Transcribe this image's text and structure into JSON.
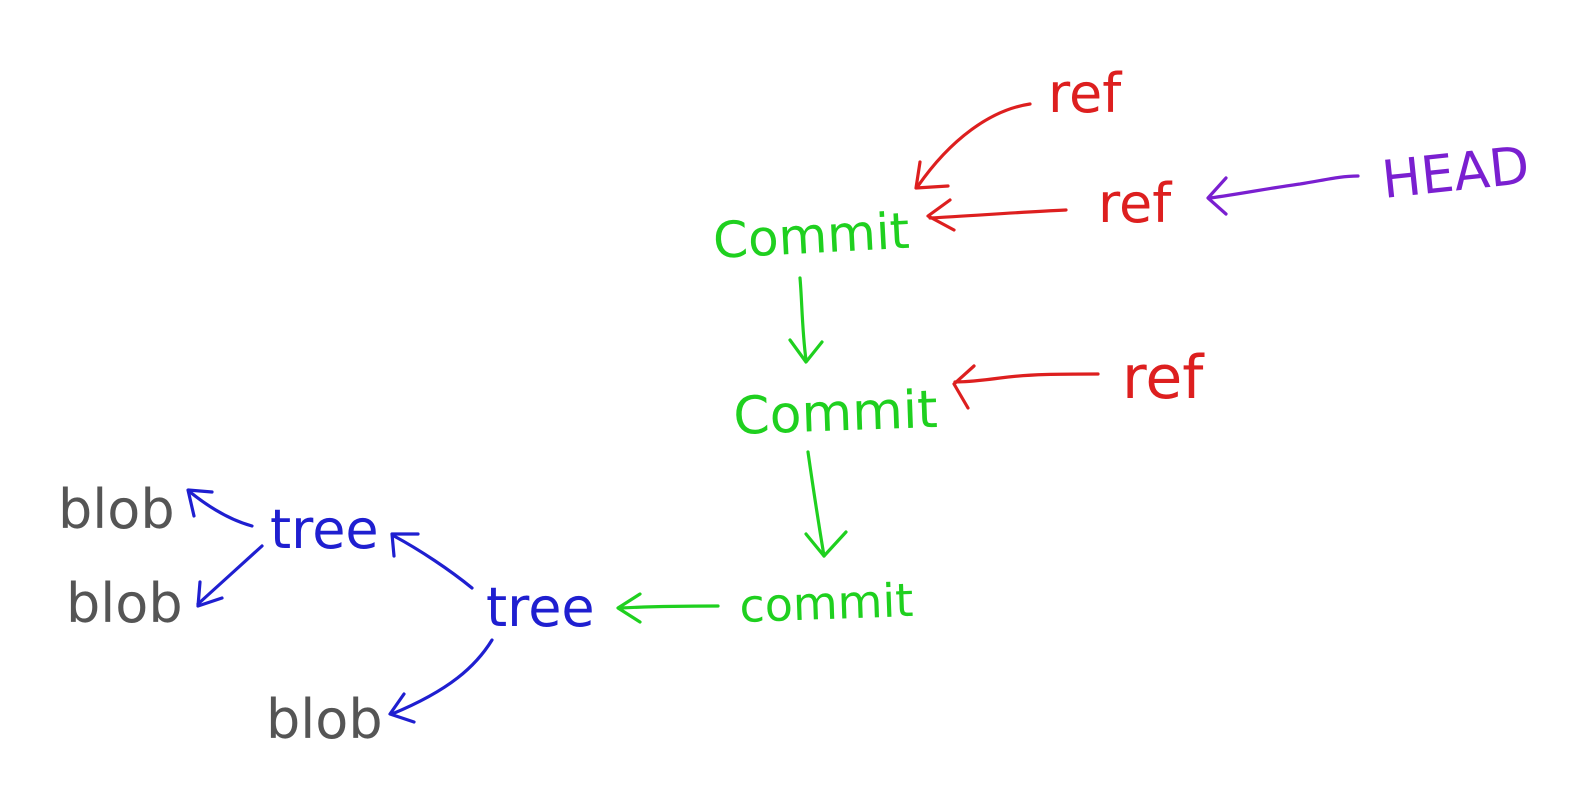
{
  "colors": {
    "ref": "#dd1f1f",
    "head": "#7a1fd0",
    "commit": "#1fd01f",
    "tree": "#1f1fd0",
    "blob": "#555555"
  },
  "nodes": {
    "ref_top": "ref",
    "ref_mid": "ref",
    "ref_low": "ref",
    "head": "HEAD",
    "commit_1": "Commit",
    "commit_2": "Commit",
    "commit_3": "commit",
    "tree_1": "tree",
    "tree_2": "tree",
    "blob_1": "blob",
    "blob_2": "blob",
    "blob_3": "blob"
  }
}
